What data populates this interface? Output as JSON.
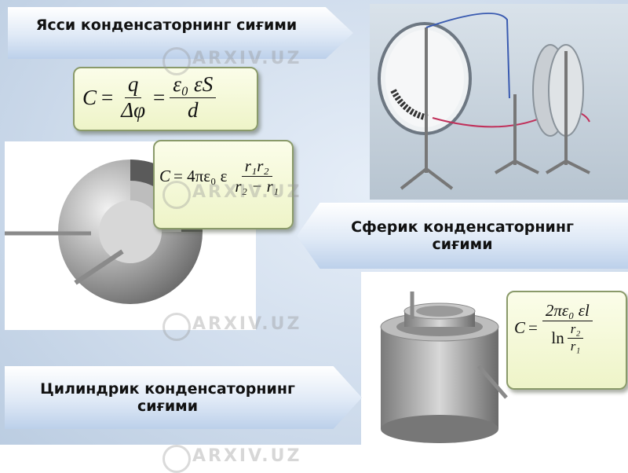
{
  "banners": {
    "flat": "Ясси конденсаторнинг сиғими",
    "spherical_line1": "Сферик конденсаторнинг",
    "spherical_line2": "сиғими",
    "cylindrical_line1": "Цилиндрик конденсаторнинг",
    "cylindrical_line2": "сиғими"
  },
  "formulas": {
    "flat": {
      "lhs": "C",
      "eq": "=",
      "num1": "q",
      "den1": "Δφ",
      "num2": "ε₀ εS",
      "den2": "d"
    },
    "spherical": {
      "lhs": "C",
      "eq": "= 4πε₀ ε",
      "num": "r₁r₂",
      "den": "r₂ − r₁"
    },
    "cylindrical": {
      "lhs": "C",
      "eq": "=",
      "num": "2πε₀ εl",
      "den_ln": "ln",
      "den_num": "r₂",
      "den_den": "r₁"
    }
  },
  "watermark": {
    "text": "ARXIV.UZ"
  },
  "colors": {
    "banner_text": "#111111",
    "formula_border": "#8a9a6a",
    "formula_bg": "#eef4c8"
  }
}
